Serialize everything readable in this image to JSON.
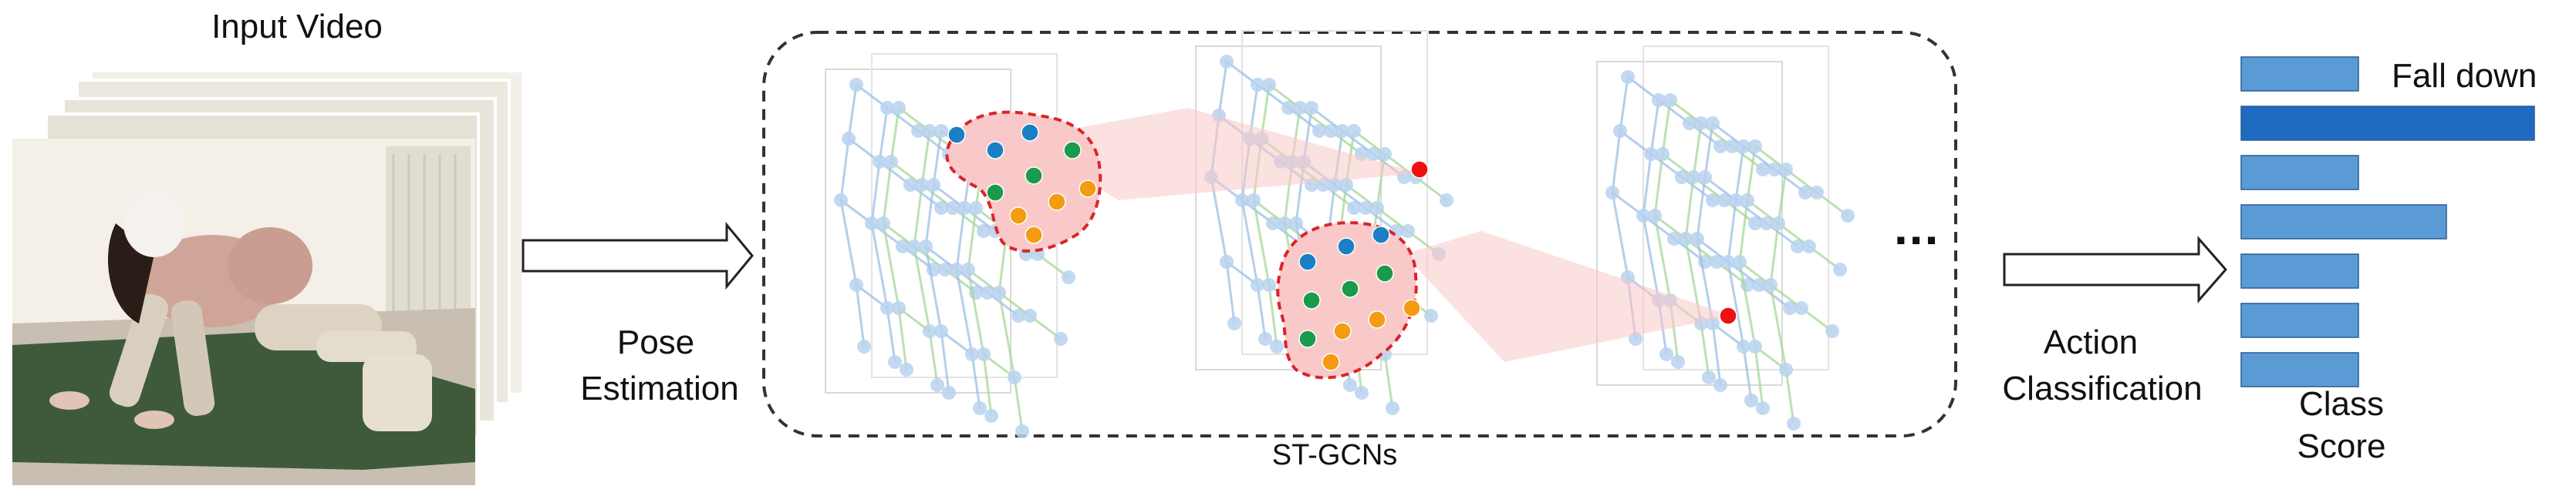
{
  "input_title": "Input Video",
  "pose_label_line1": "Pose",
  "pose_label_line2": "Estimation",
  "stgcn_label": "ST-GCNs",
  "ellipsis": "...",
  "action_label_line1": "Action",
  "action_label_line2": "Classification",
  "class_label_line1": "Class",
  "class_label_line2": "Score",
  "fall_label": "Fall down",
  "colors": {
    "bar_light": "#5b9bd5",
    "bar_highlight": "#1f6bc1",
    "joint_blue": "#1a7fc4",
    "joint_green": "#1a9a4a",
    "joint_orange": "#f39c12",
    "joint_red": "#ee1111",
    "highlight_fill": "#f9c9c9",
    "highlight_border": "#d9252b",
    "skeleton": "#9dbfe6",
    "skeleton_green": "#a7d79a"
  },
  "class_scores": {
    "values": [
      0.4,
      1.0,
      0.4,
      0.7,
      0.4,
      0.4,
      0.4
    ],
    "highlight_index": 1
  }
}
